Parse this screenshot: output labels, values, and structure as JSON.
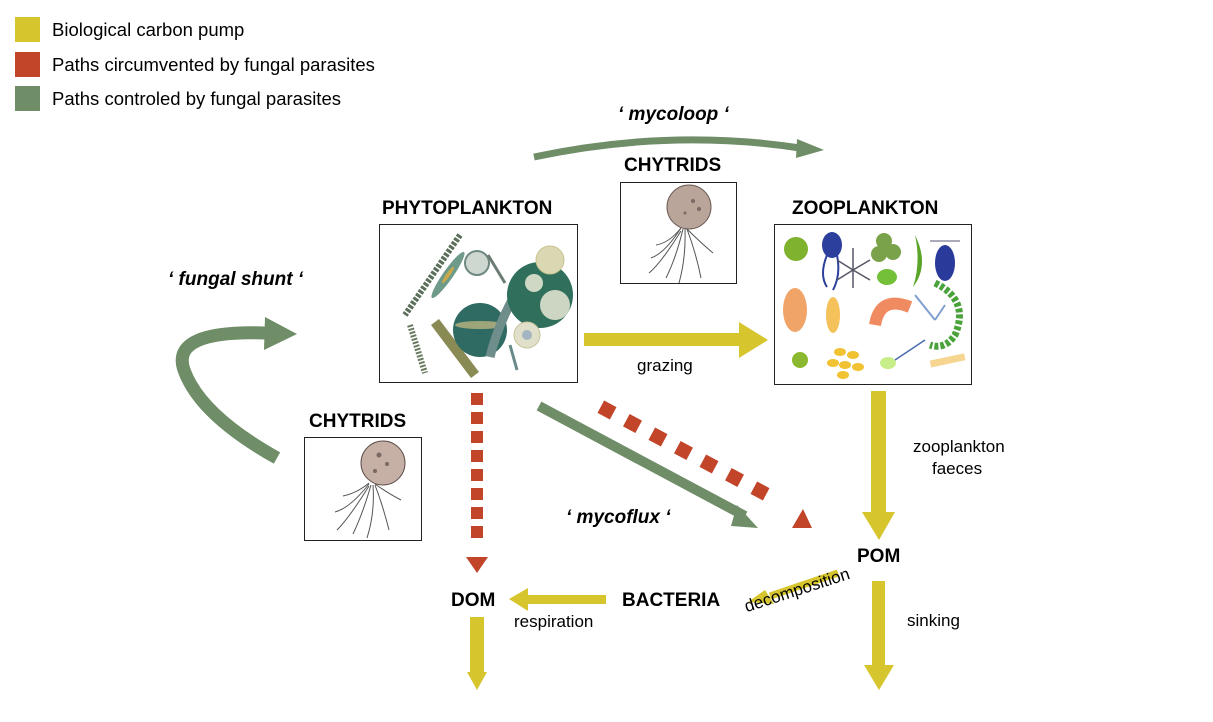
{
  "colors": {
    "carbon_pump": "#d6c52d",
    "circumvented": "#c2452a",
    "controlled": "#6f8d67"
  },
  "legend": [
    {
      "label": "Biological carbon pump",
      "color": "#d6c52d"
    },
    {
      "label": "Paths circumvented by fungal parasites",
      "color": "#c2452a"
    },
    {
      "label": "Paths controled by fungal parasites",
      "color": "#6f8d67"
    }
  ],
  "nodes": {
    "phytoplankton": "PHYTOPLANKTON",
    "zooplankton": "ZOOPLANKTON",
    "chytrids_top": "CHYTRIDS",
    "chytrids_left": "CHYTRIDS",
    "pom": "POM",
    "bacteria": "BACTERIA",
    "dom": "DOM"
  },
  "path_names": {
    "mycoloop": "‘ mycoloop ‘",
    "fungal_shunt": "‘ fungal shunt ‘",
    "mycoflux": "‘ mycoflux ‘"
  },
  "path_labels": {
    "grazing": "grazing",
    "zooplankton_faeces_line1": "zooplankton",
    "zooplankton_faeces_line2": "faeces",
    "decomposition": "decomposition",
    "sinking": "sinking",
    "respiration": "respiration"
  },
  "illustrations": {
    "phytoplankton": "phytoplankton-illustration",
    "zooplankton": "zooplankton-illustration",
    "chytrid": "chytrid-illustration"
  }
}
